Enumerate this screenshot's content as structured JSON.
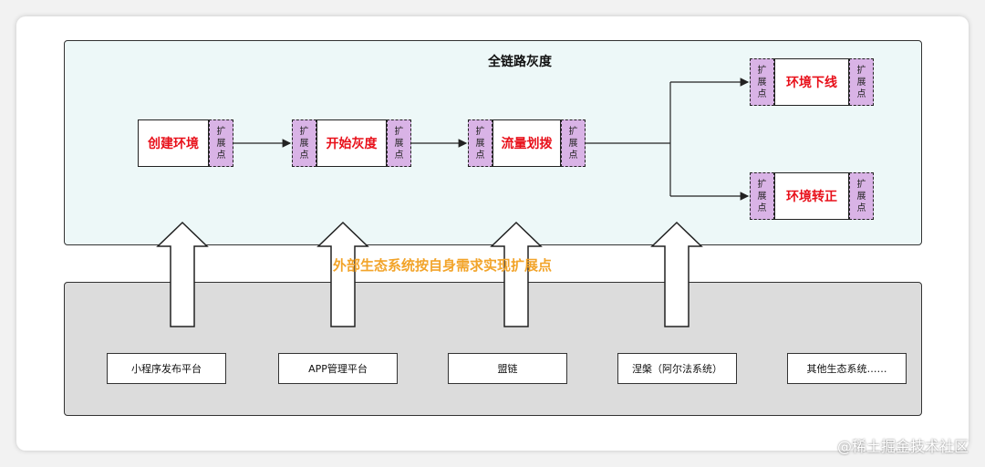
{
  "diagram": {
    "title": "全链路灰度",
    "extension_label": [
      "扩",
      "展",
      "点"
    ],
    "stages": {
      "create": "创建环境",
      "gray_start": "开始灰度",
      "traffic": "流量划拨",
      "offline": "环境下线",
      "promote": "环境转正"
    },
    "caption": "外部生态系统按自身需求实现扩展点",
    "ecosystems": [
      "小程序发布平台",
      "APP管理平台",
      "盟链",
      "涅槃（阿尔法系统）",
      "其他生态系统……"
    ]
  },
  "watermark": "@稀土掘金技术社区",
  "colors": {
    "stage_text": "#e8101a",
    "extension_fill": "#d9b3e6",
    "top_panel": "#edf8f8",
    "bottom_panel": "#dcdcdc",
    "caption": "#f2a42a"
  }
}
